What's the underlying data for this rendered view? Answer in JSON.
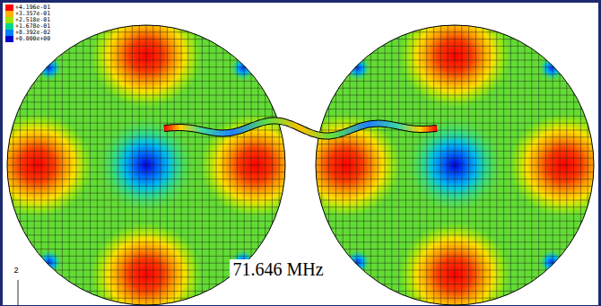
{
  "diagram": {
    "labels": [
      "71.646 MHz",
      "2"
    ],
    "legend": [
      {
        "text": "+4.196e-01",
        "color": "#ff0000"
      },
      {
        "text": "+3.357e-01",
        "color": "#ffb000"
      },
      {
        "text": "+2.518e-01",
        "color": "#9ee600"
      },
      {
        "text": "+1.678e-01",
        "color": "#00d890"
      },
      {
        "text": "+8.392e-02",
        "color": "#0080ff"
      },
      {
        "text": "+0.000e+00",
        "color": "#0000c8"
      }
    ]
  }
}
